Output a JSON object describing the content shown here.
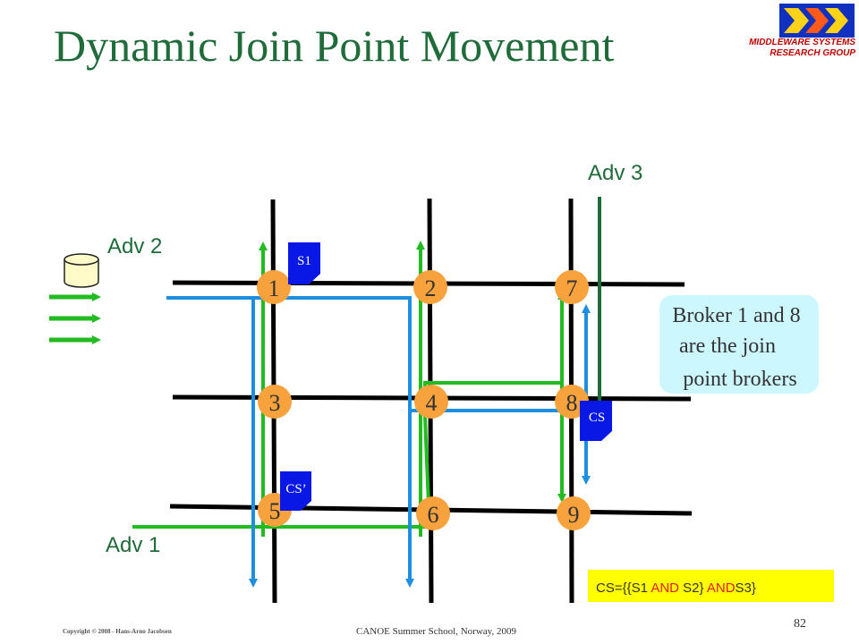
{
  "title": "Dynamic Join Point Movement",
  "logo": {
    "line1": "MIDDLEWARE SYSTEMS",
    "line2": "RESEARCH GROUP",
    "name": "msrg-logo"
  },
  "nodes": [
    "1",
    "2",
    "7",
    "3",
    "4",
    "8",
    "5",
    "6",
    "9"
  ],
  "tags": {
    "s1": "S1",
    "cs": "CS",
    "cs_prime": "CS’"
  },
  "adv": {
    "adv1": "Adv 1",
    "adv2": "Adv 2",
    "adv3": "Adv 3"
  },
  "callout": {
    "line1": "Broker 1 and 8",
    "line2": "are the join",
    "line3": "point  brokers"
  },
  "formula": {
    "p1": "CS={{S1 ",
    "and1": "AND",
    "p2": " S2} ",
    "and2": "AND",
    "p3": "S3}"
  },
  "footer": {
    "copyright": "Copyright © 2008 - Hans-Arno Jacobsen",
    "event": "CANOE Summer School, Norway, 2009",
    "page": "82"
  },
  "colors": {
    "green": "#22bb22",
    "blue": "#1e8fe0",
    "node": "#f7a23c",
    "tag": "#0a18e6",
    "callout": "#cdf7ff"
  }
}
